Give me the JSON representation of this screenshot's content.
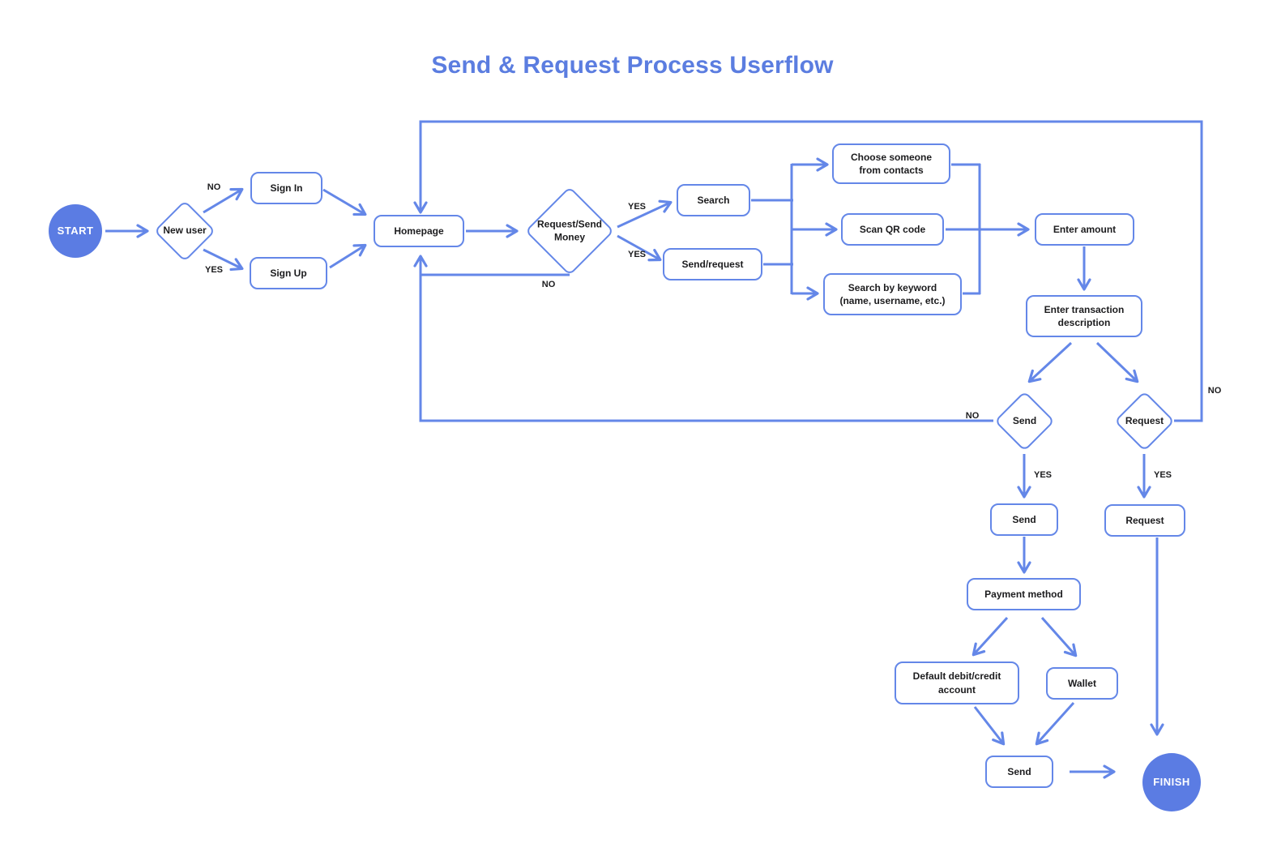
{
  "title": "Send & Request Process Userflow",
  "colors": {
    "accent": "#6487e8",
    "title_color": "#5b7de0",
    "terminal_fill": "#5b7ce3",
    "terminal_text": "#ffffff",
    "node_fill": "#ffffff",
    "text": "#1c1c1e",
    "canvas_bg": "#ffffff"
  },
  "nodes": {
    "start": "START",
    "new_user": "New user",
    "sign_in": "Sign In",
    "sign_up": "Sign Up",
    "homepage": "Homepage",
    "request_send_money": "Request/Send Money",
    "search": "Search",
    "send_request": "Send/request",
    "choose_contacts": "Choose someone from contacts",
    "scan_qr": "Scan QR code",
    "search_keyword": "Search by keyword (name, username, etc.)",
    "enter_amount": "Enter amount",
    "enter_description": "Enter transaction description",
    "send_decision": "Send",
    "request_decision": "Request",
    "send_confirm": "Send",
    "request_confirm": "Request",
    "payment_method": "Payment method",
    "default_account": "Default debit/credit account",
    "wallet": "Wallet",
    "send_final": "Send",
    "finish": "FINISH"
  },
  "edge_labels": {
    "new_user_no": "NO",
    "new_user_yes": "YES",
    "rsm_yes_search": "YES",
    "rsm_yes_send_request": "YES",
    "rsm_no": "NO",
    "send_decision_no": "NO",
    "send_decision_yes": "YES",
    "request_decision_yes": "YES",
    "request_decision_no": "NO"
  }
}
